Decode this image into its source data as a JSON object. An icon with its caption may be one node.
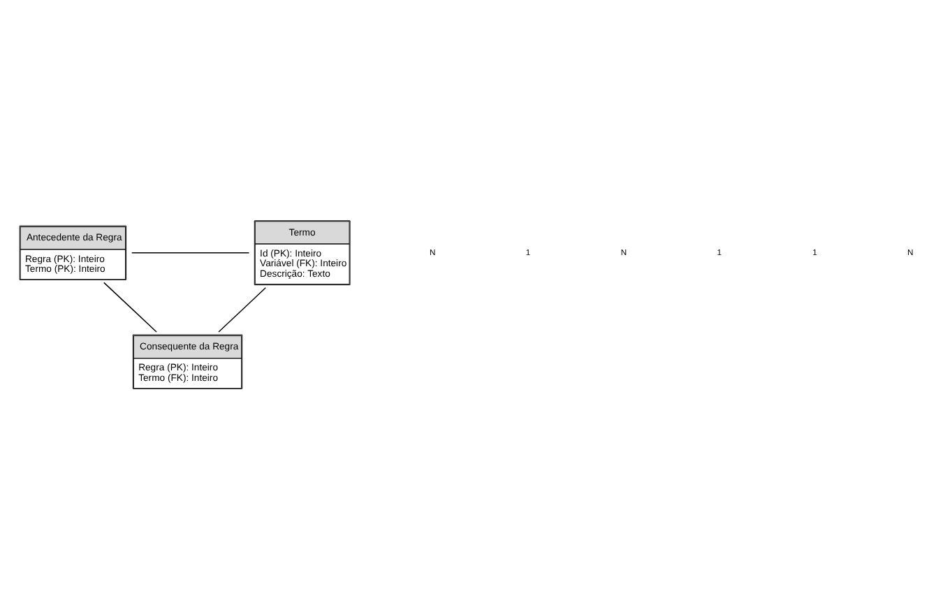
{
  "diagram": {
    "nodes": [
      {
        "text": [
          "Antecedente da Regra",
          "Regra (PK): Inteiro",
          "Termo (PK): Inteiro"
        ]
      },
      {
        "text": [
          "Termo",
          "Id (PK): Inteiro",
          "Variável (FK): Inteiro",
          "Descrição: Texto"
        ]
      },
      {
        "text": [
          "Consequente da Regra",
          "Regra (PK): Inteiro",
          "Termo (FK): Inteiro"
        ]
      }
    ],
    "edges": [
      {
        "from": 0,
        "to": 1,
        "arrow": "none"
      },
      {
        "from": 0,
        "to": 2,
        "arrow": "none"
      },
      {
        "from": 1,
        "to": 2,
        "arrow": "none"
      }
    ],
    "labels": [
      "N",
      "1",
      "N",
      "1",
      "1",
      "N"
    ]
  }
}
